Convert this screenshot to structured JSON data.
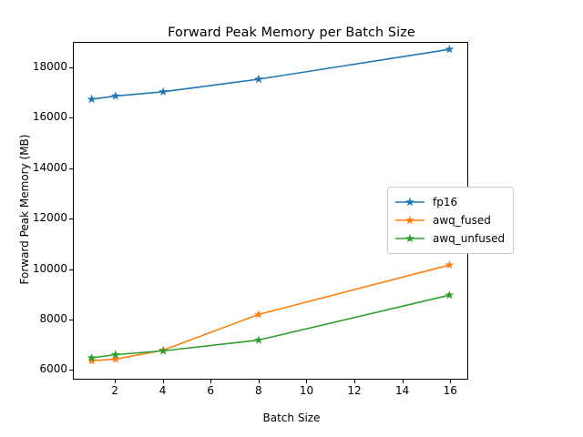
{
  "chart_data": {
    "type": "line",
    "title": "Forward Peak Memory per Batch Size",
    "xlabel": "Batch Size",
    "ylabel": "Forward Peak Memory (MB)",
    "x": [
      1,
      2,
      4,
      8,
      16
    ],
    "xlim": [
      0.25,
      16.75
    ],
    "ylim": [
      5620,
      19000
    ],
    "xticks": [
      2,
      4,
      6,
      8,
      10,
      12,
      14,
      16
    ],
    "xtick_labels": [
      "2",
      "4",
      "6",
      "8",
      "10",
      "12",
      "14",
      "16"
    ],
    "yticks": [
      6000,
      8000,
      10000,
      12000,
      14000,
      16000,
      18000
    ],
    "ytick_labels": [
      "6000",
      "8000",
      "10000",
      "12000",
      "14000",
      "16000",
      "18000"
    ],
    "grid": false,
    "marker": "star",
    "legend_position": "center right",
    "series": [
      {
        "name": "fp16",
        "color": "#1f77b4",
        "values": [
          16750,
          16880,
          17050,
          17550,
          18740
        ]
      },
      {
        "name": "awq_fused",
        "color": "#ff7f0e",
        "values": [
          6340,
          6400,
          6760,
          8180,
          10150
        ]
      },
      {
        "name": "awq_unfused",
        "color": "#2ca02c",
        "values": [
          6450,
          6580,
          6730,
          7160,
          8950
        ]
      }
    ]
  }
}
